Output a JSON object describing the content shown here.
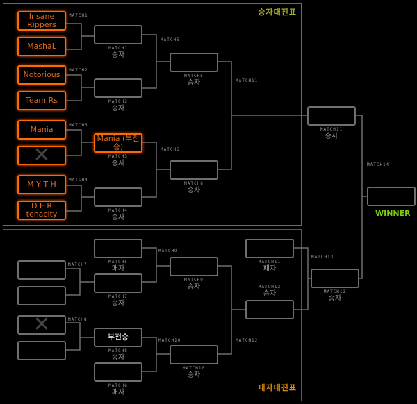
{
  "panels": {
    "winners_title": "승자대진표",
    "losers_title": "패자대진표"
  },
  "winners_bracket": {
    "round1": [
      {
        "match": "MATCH1",
        "teams": [
          "Insane Rippers",
          "MashaL"
        ]
      },
      {
        "match": "MATCH2",
        "teams": [
          "Notorious",
          "Team Rs"
        ]
      },
      {
        "match": "MATCH3",
        "teams": [
          "Mania",
          "X"
        ]
      },
      {
        "match": "MATCH4",
        "teams": [
          "M Y T H",
          "D E R tenacity"
        ]
      }
    ],
    "round2": [
      {
        "match": "MATCH5",
        "slots": [
          {
            "value": "",
            "sub_match": "MATCH1",
            "sub_label": "승자"
          },
          {
            "value": "",
            "sub_match": "MATCH2",
            "sub_label": "승자"
          }
        ]
      },
      {
        "match": "MATCH6",
        "slots": [
          {
            "value": "Mania (부전승)",
            "sub_match": "MATCH3",
            "sub_label": "승자"
          },
          {
            "value": "",
            "sub_match": "MATCH4",
            "sub_label": "승자"
          }
        ]
      }
    ],
    "round3": {
      "match": "MATCH11",
      "slots": [
        {
          "value": "",
          "sub_match": "MATCH5",
          "sub_label": "승자"
        },
        {
          "value": "",
          "sub_match": "MATCH6",
          "sub_label": "승자"
        }
      ]
    },
    "final_slot": {
      "value": "",
      "sub_match": "MATCH11",
      "sub_label": "승자"
    }
  },
  "losers_bracket": {
    "round1": [
      {
        "match": "MATCH7",
        "teams": [
          "",
          ""
        ]
      },
      {
        "match": "MATCH8",
        "teams": [
          "X",
          ""
        ]
      }
    ],
    "round2": [
      {
        "match": "MATCH9",
        "slots": [
          {
            "value": "",
            "sub_match": "MATCH5",
            "sub_label": "패자"
          },
          {
            "value": "",
            "sub_match": "MATCH7",
            "sub_label": "승자"
          }
        ]
      },
      {
        "match": "MATCH10",
        "slots": [
          {
            "value": "부전승",
            "sub_match": "MATCH8",
            "sub_label": "승자"
          },
          {
            "value": "",
            "sub_match": "MATCH6",
            "sub_label": "패자"
          }
        ]
      }
    ],
    "round3": {
      "match": "MATCH12",
      "slots": [
        {
          "value": "",
          "sub_match": "MATCH9",
          "sub_label": "승자"
        },
        {
          "value": "",
          "sub_match": "MATCH10",
          "sub_label": "승자"
        }
      ]
    },
    "round4": {
      "match": "MATCH13",
      "slots": [
        {
          "value": "",
          "sub_match": "MATCH11",
          "sub_label": "패자"
        },
        {
          "value": "",
          "sub_match": "MATCH12",
          "sub_label": "승자"
        }
      ]
    },
    "final_slot": {
      "value": "",
      "sub_match": "MATCH13",
      "sub_label": "승자"
    }
  },
  "final": {
    "match": "MATCH14",
    "winner_label": "WINNER",
    "winner_value": ""
  },
  "colors": {
    "team_border": "#ff6a00",
    "slot_border": "#6e6e6e",
    "winners_panel": "#6b7a1a",
    "losers_panel": "#8a4a10",
    "winner_text": "#7ccc10"
  }
}
